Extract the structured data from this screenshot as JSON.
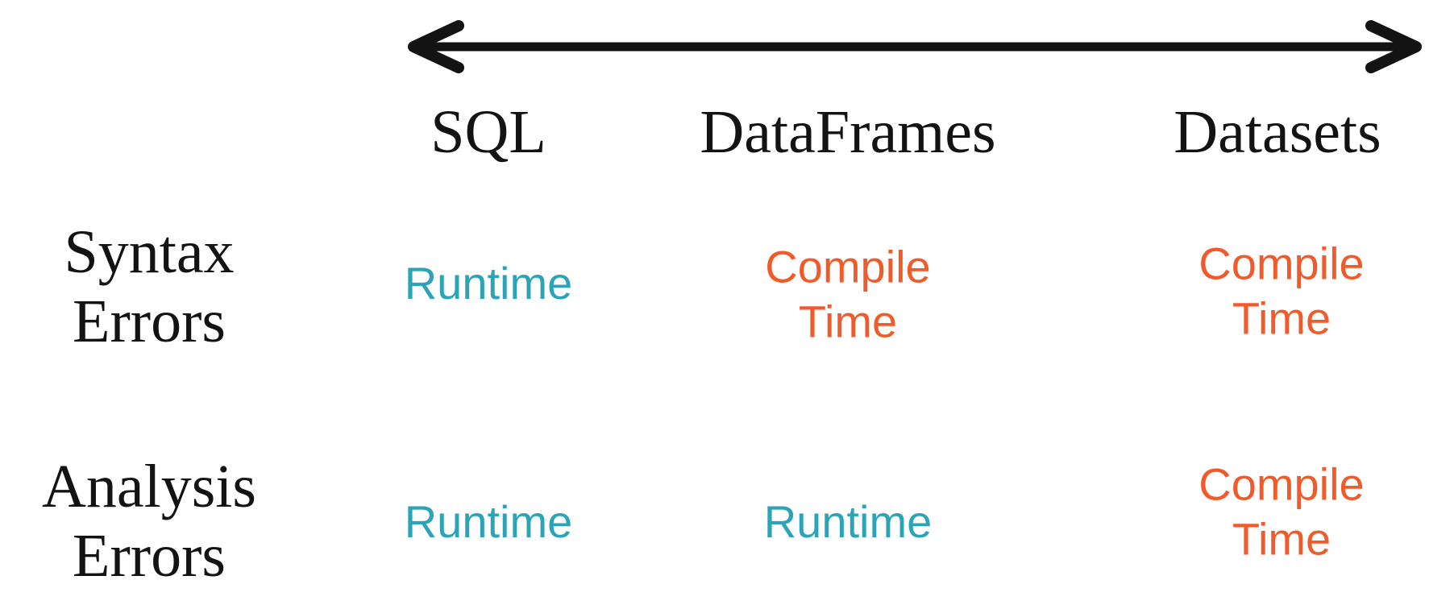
{
  "colors": {
    "text": "#131313",
    "arrow": "#131313",
    "runtime": "#2CA3B6",
    "compile": "#EF5B2B",
    "background": "#ffffff"
  },
  "icons": {
    "spectrum_arrow": "double-headed-horizontal-arrow"
  },
  "table": {
    "columns": [
      "SQL",
      "DataFrames",
      "Datasets"
    ],
    "rows": [
      {
        "label": "Syntax Errors",
        "cells": [
          {
            "text": "Runtime",
            "kind": "runtime"
          },
          {
            "text": "Compile Time",
            "kind": "compile"
          },
          {
            "text": "Compile Time",
            "kind": "compile"
          }
        ]
      },
      {
        "label": "Analysis Errors",
        "cells": [
          {
            "text": "Runtime",
            "kind": "runtime"
          },
          {
            "text": "Runtime",
            "kind": "runtime"
          },
          {
            "text": "Compile Time",
            "kind": "compile"
          }
        ]
      }
    ]
  }
}
